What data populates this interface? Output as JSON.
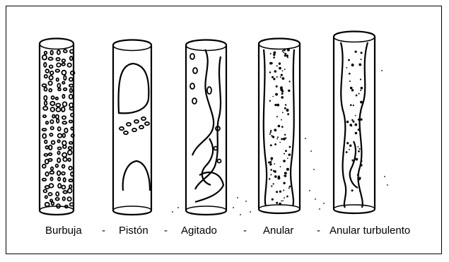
{
  "diagram": {
    "labels": [
      "Burbuja",
      "Pistón",
      "Agitado",
      "Anular",
      "Anular turbulento"
    ],
    "separator": "-"
  }
}
